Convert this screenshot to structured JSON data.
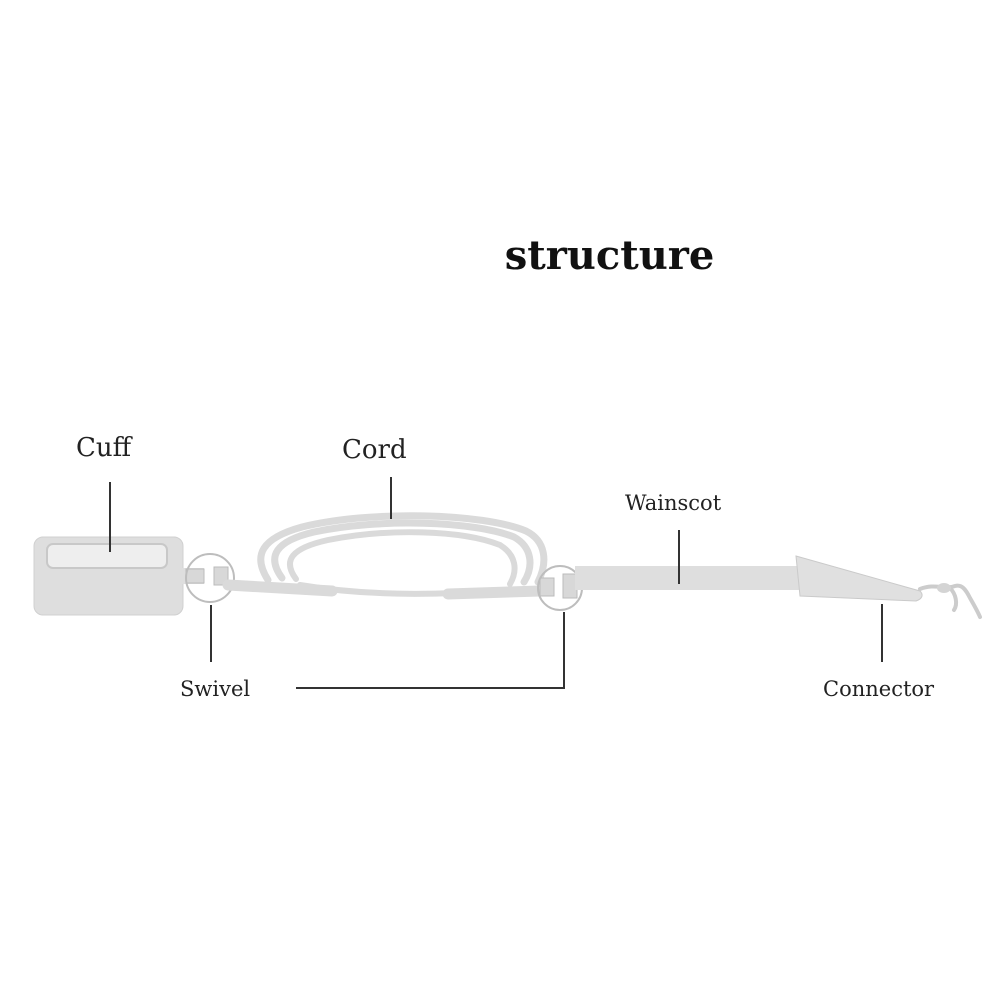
{
  "title": "structure",
  "labels": {
    "cuff": "Cuff",
    "cord": "Cord",
    "wainscot": "Wainscot",
    "swivel": "Swivel",
    "connector": "Connector"
  },
  "colors": {
    "part_fill": "#dedede",
    "part_stroke": "#cccccc",
    "leader_line": "#333333",
    "label_text": "#222222",
    "title_text": "#111111"
  }
}
